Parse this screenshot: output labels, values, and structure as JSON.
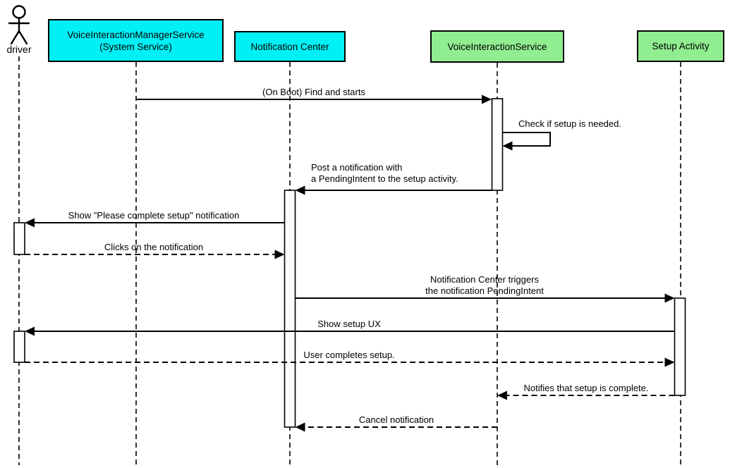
{
  "diagram": {
    "type": "uml-sequence",
    "colors": {
      "system_participant_fill": "#00f0f5",
      "app_participant_fill": "#90ee90",
      "line": "#000000",
      "background": "#ffffff"
    },
    "actors": [
      {
        "id": "driver",
        "kind": "actor",
        "label": "driver"
      },
      {
        "id": "vims",
        "kind": "participant",
        "label": "VoiceInteractionManagerService\n(System Service)",
        "fill": "#00f0f5"
      },
      {
        "id": "nc",
        "kind": "participant",
        "label": "Notification Center",
        "fill": "#00f0f5"
      },
      {
        "id": "vis",
        "kind": "participant",
        "label": "VoiceInteractionService",
        "fill": "#90ee90"
      },
      {
        "id": "sa",
        "kind": "participant",
        "label": "Setup Activity",
        "fill": "#90ee90"
      }
    ],
    "messages": [
      {
        "from": "vims",
        "to": "vis",
        "style": "solid",
        "label": "(On Boot) Find and starts"
      },
      {
        "from": "vis",
        "to": "vis",
        "style": "solid-self",
        "label": "Check if setup is needed."
      },
      {
        "from": "vis",
        "to": "nc",
        "style": "solid",
        "label": "Post a notification with\na PendingIntent to the setup activity."
      },
      {
        "from": "nc",
        "to": "driver",
        "style": "solid",
        "label": "Show \"Please complete setup\" notification"
      },
      {
        "from": "driver",
        "to": "nc",
        "style": "dashed",
        "label": "Clicks on the notification"
      },
      {
        "from": "nc",
        "to": "sa",
        "style": "solid",
        "label": "Notification Center triggers\nthe notification PendingIntent"
      },
      {
        "from": "sa",
        "to": "driver",
        "style": "solid",
        "label": "Show setup UX"
      },
      {
        "from": "driver",
        "to": "sa",
        "style": "dashed",
        "label": "User completes setup."
      },
      {
        "from": "sa",
        "to": "vis",
        "style": "dashed",
        "label": "Notifies that setup is complete."
      },
      {
        "from": "vis",
        "to": "nc",
        "style": "dashed",
        "label": "Cancel notification"
      }
    ]
  }
}
